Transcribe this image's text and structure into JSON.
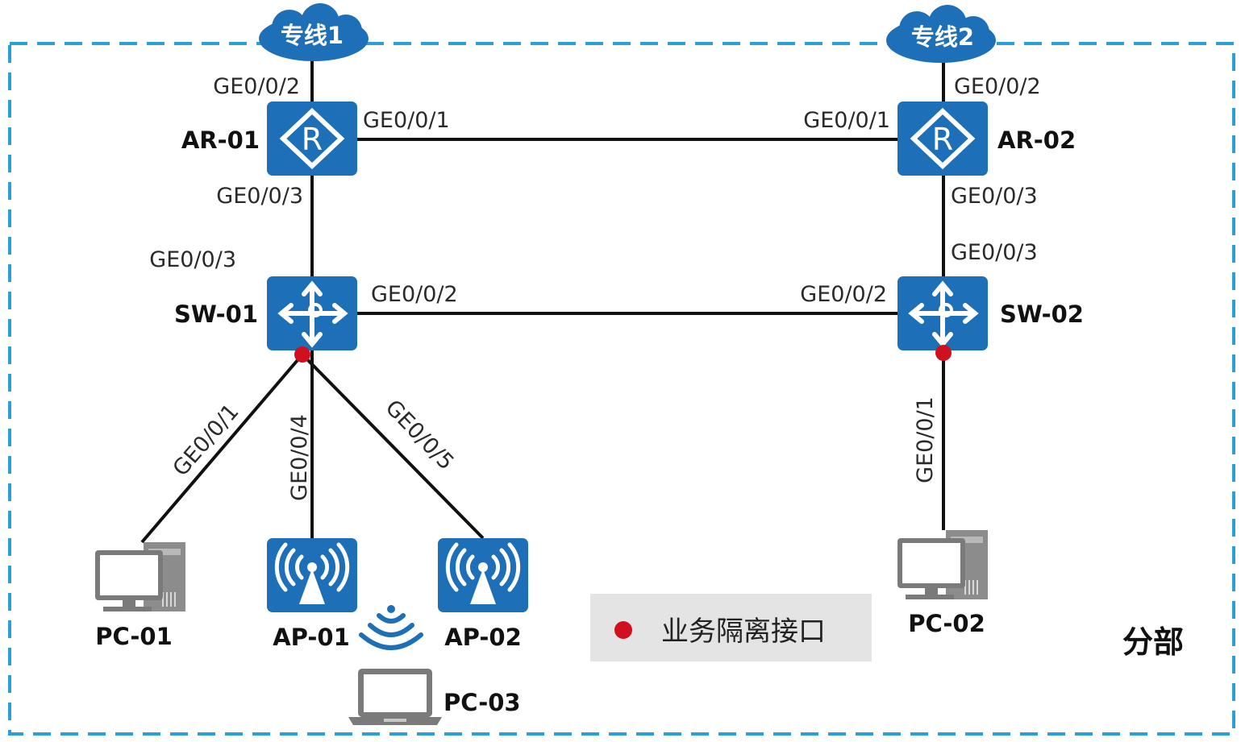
{
  "colors": {
    "boundary": "#2a9fd8",
    "device": "#1d6fb8",
    "link": "#111111",
    "isolation_dot": "#d0101e",
    "legend_bg": "#e4e4e4",
    "pc": "#7a7a7a"
  },
  "clouds": {
    "line1": "专线1",
    "line2": "专线2"
  },
  "devices": {
    "ar01": "AR-01",
    "ar02": "AR-02",
    "sw01": "SW-01",
    "sw02": "SW-02",
    "pc01": "PC-01",
    "pc02": "PC-02",
    "pc03": "PC-03",
    "ap01": "AP-01",
    "ap02": "AP-02"
  },
  "ports": {
    "ar01_up": "GE0/0/2",
    "ar01_right": "GE0/0/1",
    "ar01_down": "GE0/0/3",
    "ar02_up": "GE0/0/2",
    "ar02_left": "GE0/0/1",
    "ar02_down": "GE0/0/3",
    "sw01_up": "GE0/0/3",
    "sw01_right": "GE0/0/2",
    "sw01_pc01": "GE0/0/1",
    "sw01_ap01": "GE0/0/4",
    "sw01_ap02": "GE0/0/5",
    "sw02_up": "GE0/0/3",
    "sw02_left": "GE0/0/2",
    "sw02_pc02": "GE0/0/1"
  },
  "icons": {
    "router": "router-icon",
    "switch": "switch-icon",
    "ap": "wireless-ap-icon",
    "pc": "desktop-pc-icon",
    "laptop": "laptop-icon",
    "wifi": "wifi-signal-icon",
    "cloud": "cloud-icon"
  },
  "legend": {
    "isolation_label": "业务隔离接口"
  },
  "area": {
    "label": "分部"
  }
}
